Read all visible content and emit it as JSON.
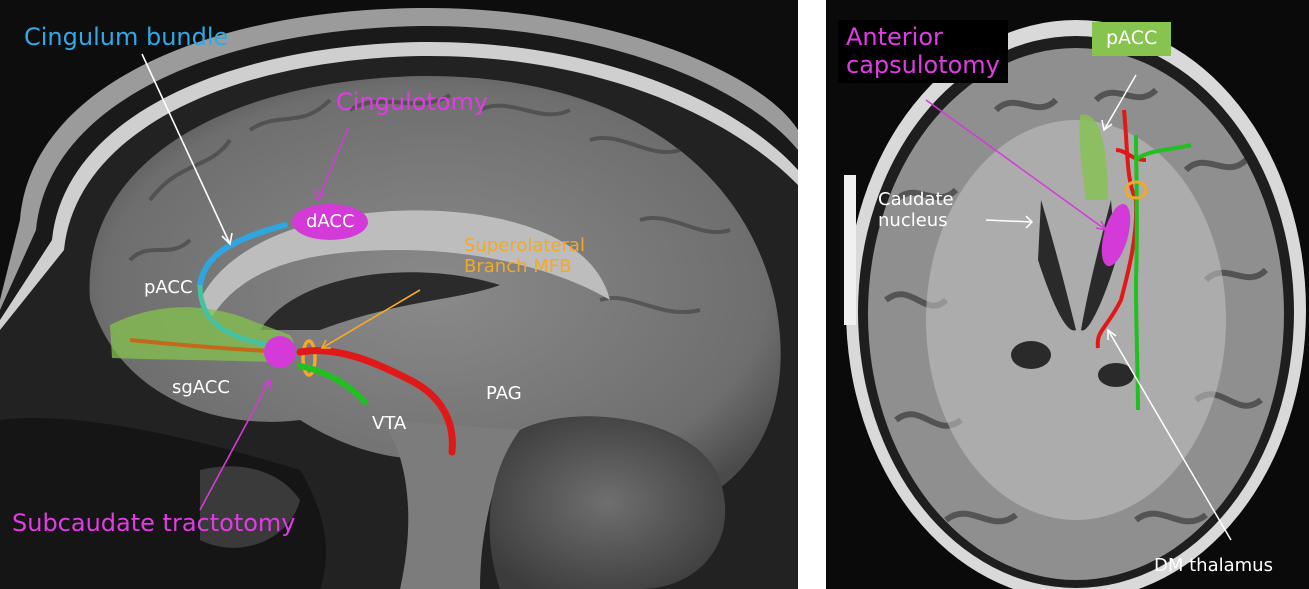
{
  "colors": {
    "cingulum": "#2fa6df",
    "magenta": "#d43ad8",
    "red": "#e01818",
    "green": "#20c020",
    "orange": "#f2a928",
    "region_green": "#86c34f",
    "brown": "#c06a1a",
    "teal": "#46c2a0"
  },
  "left_panel": {
    "labels": {
      "cingulum_bundle": "Cingulum bundle",
      "cingulotomy": "Cingulotomy",
      "dacc": "dACC",
      "superolateral_mfb": "Superolateral\nBranch MFB",
      "pacc": "pACC",
      "sgacc": "sgACC",
      "pag": "PAG",
      "vta": "VTA",
      "subcaudate_tractotomy": "Subcaudate tractotomy"
    }
  },
  "right_panel": {
    "labels": {
      "anterior_capsulotomy": "Anterior\ncapsulotomy",
      "pacc": "pACC",
      "caudate_nucleus": "Caudate\nnucleus",
      "dm_thalamus": "DM thalamus"
    }
  }
}
